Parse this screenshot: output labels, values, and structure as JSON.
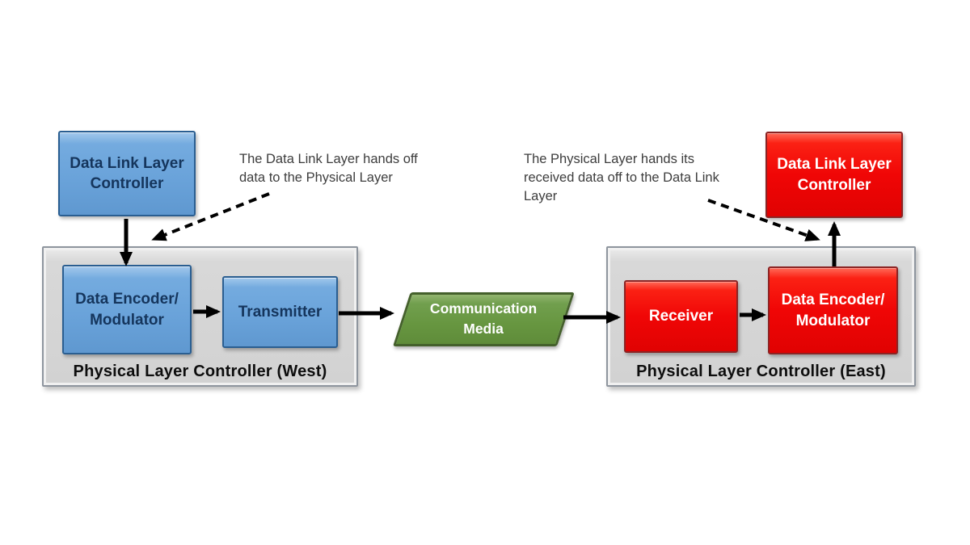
{
  "colors": {
    "background": "#FFFFFF",
    "blue_fill": "#6FA8DC",
    "blue_border": "#2A5E91",
    "blue_text": "#15355C",
    "red_fill": "#F00606",
    "red_border": "#8C2323",
    "green_fill": "#679640",
    "green_border": "#44602B",
    "container_fill": "#D2D2D2",
    "container_border": "#8E959E",
    "arrow": "#000000",
    "annotation_text": "#3D3D3D"
  },
  "west": {
    "dll_label": "Data Link Layer\nController",
    "annotation": "The Data Link Layer hands off\ndata to the Physical Layer",
    "container_label": "Physical Layer Controller (West)",
    "encoder_label": "Data Encoder/\nModulator",
    "transmitter_label": "Transmitter"
  },
  "media": {
    "label": "Communication\nMedia"
  },
  "east": {
    "dll_label": "Data Link Layer\nController",
    "annotation": "The Physical Layer hands its\nreceived data off to the Data Link\nLayer",
    "container_label": "Physical Layer Controller (East)",
    "receiver_label": "Receiver",
    "encoder_label": "Data Encoder/\nModulator"
  }
}
